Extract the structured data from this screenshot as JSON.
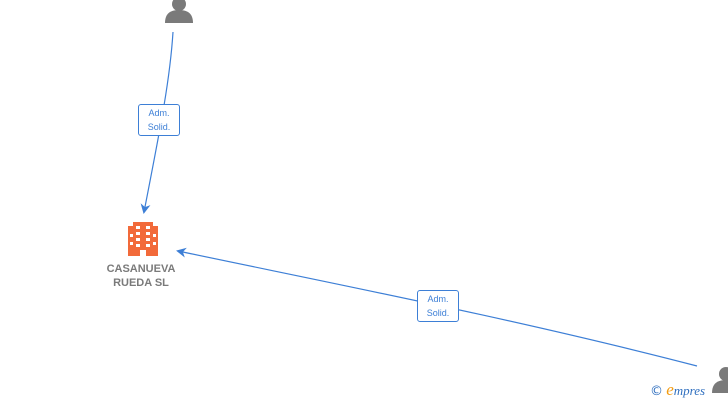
{
  "company": {
    "name": "CASANUEVA\nRUEDA  SL",
    "icon": "building-icon",
    "color": "#f26a3a"
  },
  "persons": [
    {
      "icon": "person-icon"
    },
    {
      "icon": "person-icon"
    }
  ],
  "edges": [
    {
      "label": "Adm.\nSolid."
    },
    {
      "label": "Adm.\nSolid."
    }
  ],
  "colors": {
    "edge": "#3d7fd6",
    "person": "#7a7a7a",
    "label_text": "#7a7a7a"
  },
  "watermark": {
    "copyright": "©",
    "brand_initial": "e",
    "brand_rest": "mpres"
  }
}
